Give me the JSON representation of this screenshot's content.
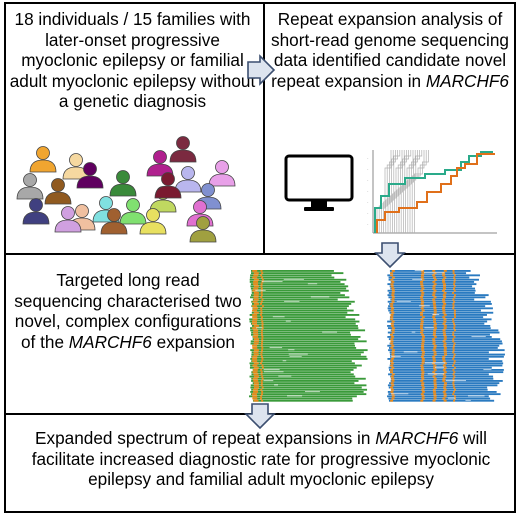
{
  "panel1": {
    "text": "18 individuals / 15 families with later-onset progressive myoclonic epilepsy or familial adult myoclonic epilepsy without a genetic diagnosis",
    "people_colors": [
      "#f0a530",
      "#f5d8a0",
      "#a8a8a8",
      "#3a8a3a",
      "#b0208e",
      "#7b2a40",
      "#b9b6ee",
      "#e8a0e8",
      "#905a20",
      "#c0d860",
      "#8090d0",
      "#80e0e0",
      "#404080",
      "#80e070",
      "#e070d0",
      "#f0c0a0",
      "#600060",
      "#d0a0e0",
      "#a06030",
      "#e8e060",
      "#a0a040",
      "#7a1a30"
    ]
  },
  "panel2": {
    "text_pre": "Repeat expansion analysis of short-read genome sequencing data identified candidate novel repeat expansion in ",
    "gene": "MARCHF6",
    "icons": [
      "monitor-icon"
    ],
    "plot_colors": [
      "#2aaa8a",
      "#e0701a",
      "#b0b0b0"
    ]
  },
  "panel3": {
    "text_pre": "Targeted long read sequencing characterised two novel, complex configurations of the ",
    "gene": "MARCHF6",
    "text_post": " expansion",
    "colors": [
      "#3a9a3a",
      "#e88a1a",
      "#2a7ac0",
      "#ffffff"
    ]
  },
  "panel4": {
    "text_pre": "Expanded spectrum of repeat expansions in ",
    "gene": "MARCHF6",
    "text_post": " will facilitate increased diagnostic rate for progressive myoclonic epilepsy and familial adult myoclonic epilepsy"
  },
  "arrow_color": "#dde4ef",
  "arrow_stroke": "#3c4f70"
}
